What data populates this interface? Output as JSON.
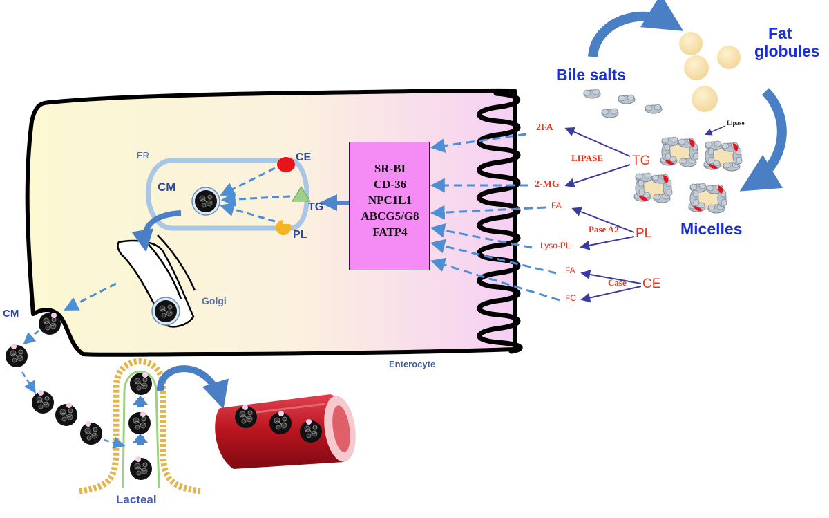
{
  "labels": {
    "bile_salts": "Bile salts",
    "fat_globules_line1": "Fat",
    "fat_globules_line2": "globules",
    "micelles": "Micelles",
    "lipase_small": "Lipase",
    "er": "ER",
    "cm_er": "CM",
    "cm_exit": "CM",
    "golgi": "Golgi",
    "enterocyte": "Enterocyte",
    "lacteal": "Lacteal",
    "ce_in": "CE",
    "tg_in": "TG",
    "pl_in": "PL"
  },
  "transporters": [
    "SR-BI",
    "CD-36",
    "NPC1L1",
    "ABCG5/G8",
    "FATP4"
  ],
  "digestion": {
    "tg": {
      "substrate": "TG",
      "enzyme": "LIPASE",
      "products": [
        "2FA",
        "2-MG"
      ]
    },
    "pl": {
      "substrate": "PL",
      "enzyme": "Pase A2",
      "products": [
        "FA",
        "Lyso-PL"
      ]
    },
    "ce": {
      "substrate": "CE",
      "enzyme": "Case",
      "products": [
        "FA",
        "FC"
      ]
    }
  },
  "colors": {
    "cell_fill_left": "#fbf7d2",
    "cell_fill_right": "#f7d3f5",
    "transporter_box": "#f58cf5",
    "arrow_blue": "#4d8fd6",
    "dark_arrow": "#3a3aa0",
    "label_red": "#e8321c",
    "title_blue": "#1a2fd4",
    "fat_globule": "#f8e3a8",
    "vessel_red": "#c8202a",
    "lacteal_yellow": "#e3b54a"
  }
}
